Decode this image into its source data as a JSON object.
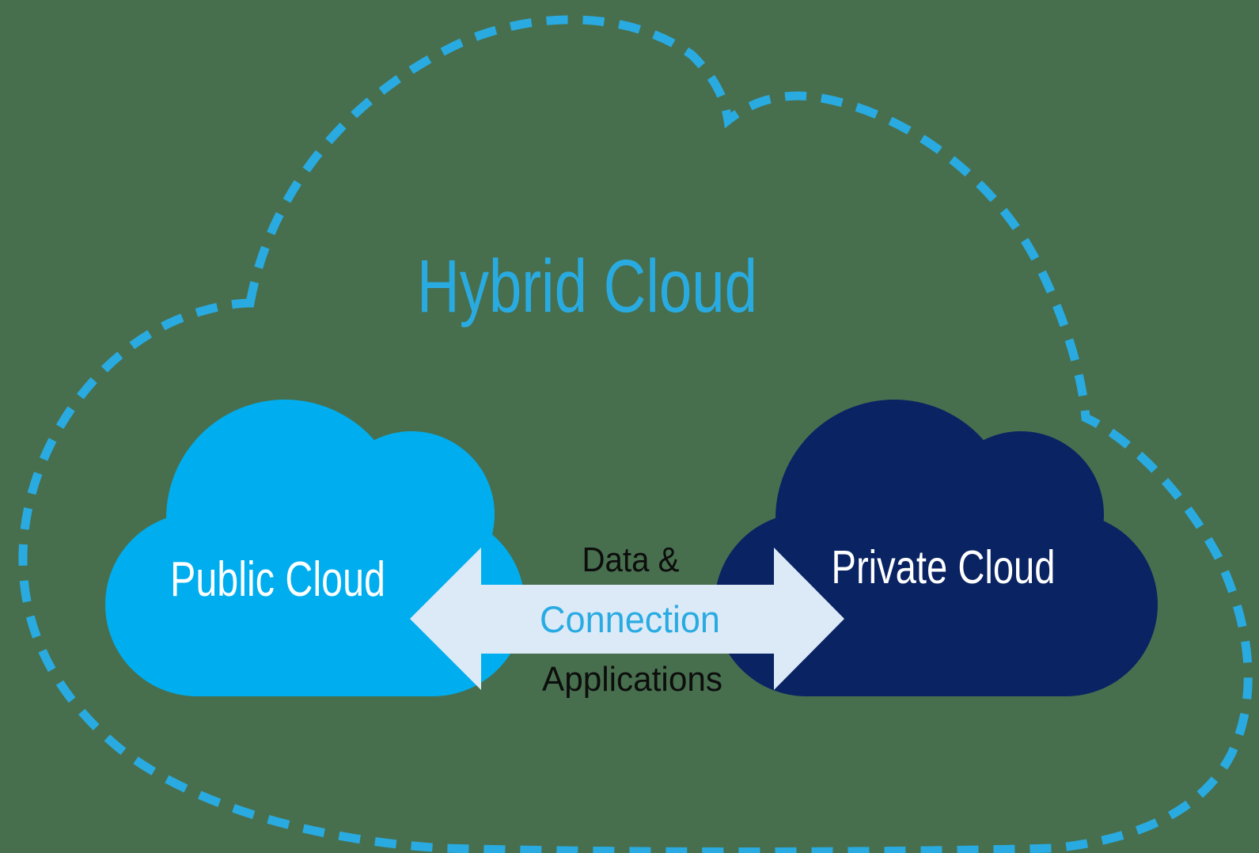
{
  "title": "Hybrid Cloud",
  "clouds": {
    "public": {
      "label": "Public Cloud"
    },
    "private": {
      "label": "Private Cloud"
    }
  },
  "connection": {
    "line1": "Data &",
    "line2": "Connection",
    "line3": "Applications"
  },
  "colors": {
    "background": "#476F4E",
    "outline_dash": "#29ABE2",
    "title_text": "#29ABE2",
    "public_cloud": "#00AEEF",
    "private_cloud": "#0A2363",
    "arrow_fill": "#DCEAF8",
    "connection_text": "#29ABE2",
    "dark_text": "#0D0D0D",
    "cloud_label_text": "#FFFFFF"
  }
}
